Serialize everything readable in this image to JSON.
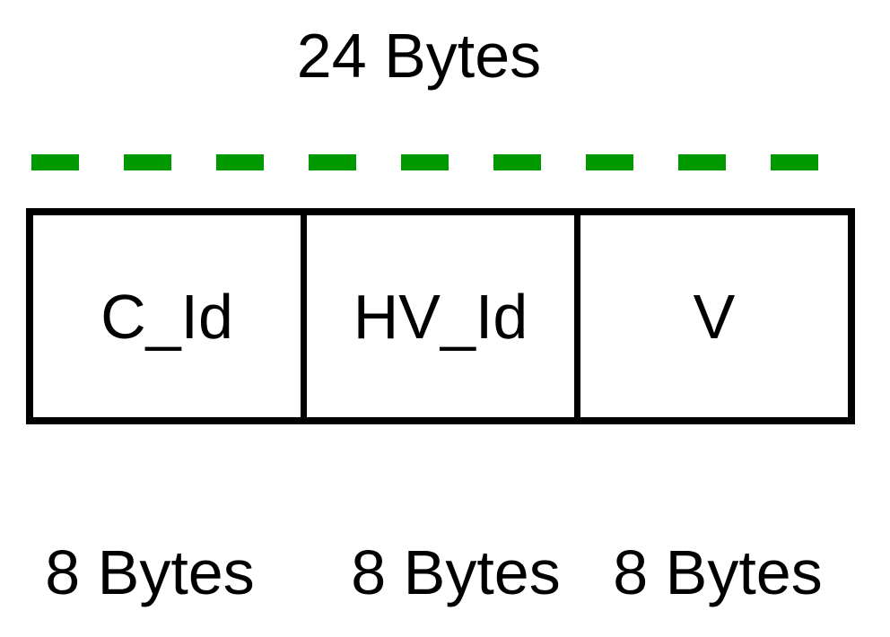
{
  "diagram": {
    "title": "24 Bytes",
    "fields": [
      {
        "name": "C_Id",
        "size_label": "8 Bytes"
      },
      {
        "name": "HV_Id",
        "size_label": "8 Bytes"
      },
      {
        "name": "V",
        "size_label": "8 Bytes"
      }
    ],
    "colors": {
      "dash_green": "#009900",
      "line_black": "#000000"
    }
  }
}
